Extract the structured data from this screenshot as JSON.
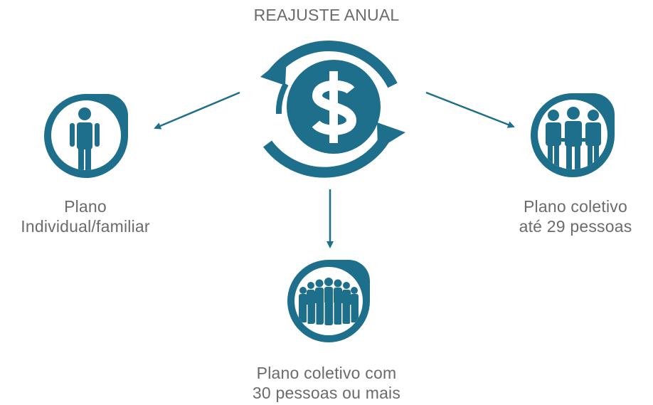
{
  "diagram": {
    "title": "REAJUSTE ANUAL",
    "colors": {
      "primary": "#1d6f8c",
      "text": "#6b6b6b",
      "background": "#ffffff"
    },
    "center": {
      "icon": "dollar-cycle-icon"
    },
    "nodes": [
      {
        "id": "individual",
        "icon": "single-person-icon",
        "line1": "Plano",
        "line2": "Individual/familiar"
      },
      {
        "id": "small",
        "icon": "three-people-icon",
        "line1": "Plano coletivo",
        "line2": "até 29 pessoas"
      },
      {
        "id": "large",
        "icon": "crowd-icon",
        "line1": "Plano coletivo com",
        "line2": "30 pessoas ou mais"
      }
    ]
  }
}
